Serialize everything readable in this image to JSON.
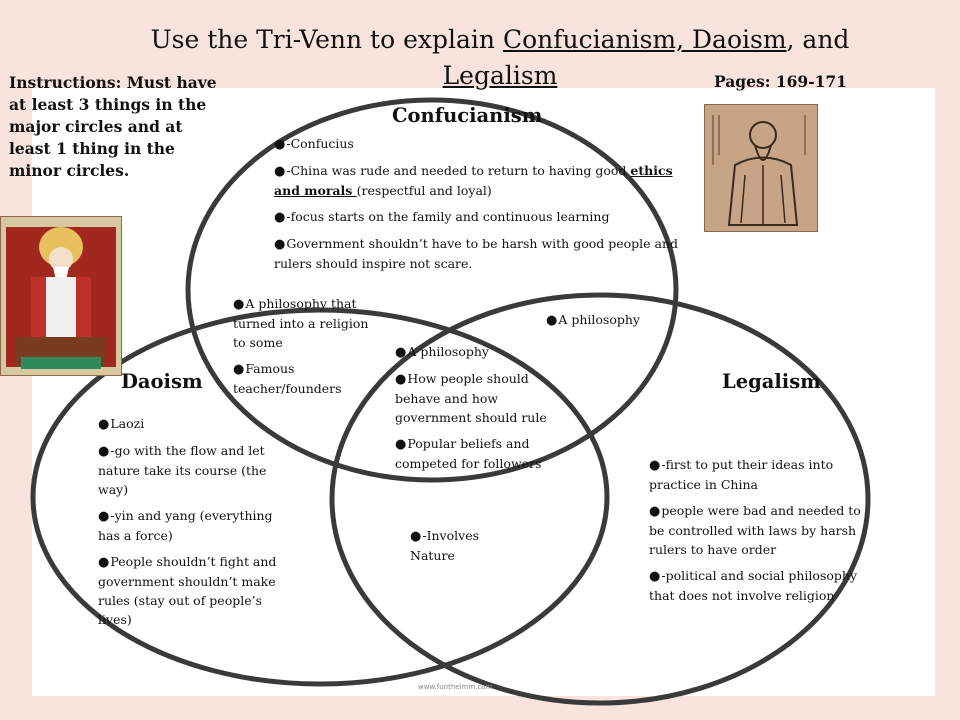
{
  "title": {
    "prefix": "Use the Tri-Venn to explain ",
    "underlined": "Confucianism, Daoism",
    "middle": ", and ",
    "underlined2": "Legalism"
  },
  "instructions": "Instructions: Must have at least 3 things in the major circles and at least 1 thing in the minor circles.",
  "pages": "Pages: 169-171",
  "circles": {
    "confucianism": "Confucianism",
    "daoism": "Daoism",
    "legalism": "Legalism"
  },
  "confucianism_items": [
    "-Confucius",
    "-China was rude and needed to return to having good ",
    "-focus starts on the family and continuous learning",
    "Government shouldn’t have to be harsh with good people and rulers should inspire not scare."
  ],
  "confucianism_emphasis": "ethics and morals ",
  "confucianism_item2_suffix": "(respectful and loyal)",
  "confucianism_daoism_items": [
    "A philosophy that turned into a religion to some",
    "Famous teacher/founders"
  ],
  "confucianism_legalism_items": [
    "A philosophy"
  ],
  "center_items": [
    "A philosophy",
    "How people should behave and how government should rule",
    "Popular beliefs and competed for followers"
  ],
  "daoism_items": [
    "Laozi",
    "-go with the flow and let nature take its course (the way)",
    "-yin and yang (everything has a force)",
    "People shouldn’t fight and government shouldn’t make rules (stay out of people’s lives)"
  ],
  "daoism_legalism_items": [
    "-Involves Nature"
  ],
  "legalism_items": [
    "-first to put their ideas into practice in China",
    "people were bad and needed to be controlled with laws by harsh rulers to have order",
    "-political and social philosophy that does not involve religion"
  ],
  "footer": "www.funtheimm.com",
  "colors": {
    "background": "#f9e4dd",
    "panel": "#ffffff",
    "circle_stroke": "#3a3a3a"
  },
  "icons": {
    "bullet": "●"
  }
}
